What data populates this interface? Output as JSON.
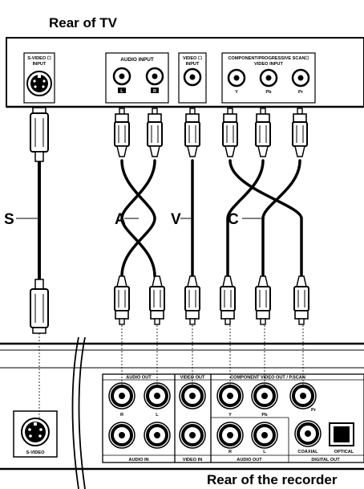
{
  "titles": {
    "tv": "Rear of TV",
    "recorder": "Rear of the recorder"
  },
  "cable_letters": {
    "s": "S",
    "a": "A",
    "v": "V",
    "c": "C"
  },
  "tv_panel": {
    "svideo_input": "S-VIDEO ☐ INPUT",
    "svideo_line1": "S-VIDEO ☐",
    "svideo_line2": "INPUT",
    "audio_input": "AUDIO INPUT",
    "audio_l": "L",
    "audio_r": "R",
    "video_input_line1": "VIDEO ☐",
    "video_input_line2": "INPUT",
    "component_line1": "COMPONENT/PROGRESSIVE SCAN☐",
    "component_line2": "VIDEO INPUT",
    "comp_y": "Y",
    "comp_pb": "Pb",
    "comp_pr": "Pr"
  },
  "recorder_panel": {
    "audio_out": "AUDIO OUT",
    "video_out": "VIDEO OUT",
    "component_out": "COMPONENT VIDEO OUT / P.SCAN",
    "r": "R",
    "l": "L",
    "y": "Y",
    "pb": "Pb",
    "pr": "Pr",
    "audio_in": "AUDIO IN",
    "video_in": "VIDEO IN",
    "audio_out_bottom": "AUDIO OUT",
    "r2": "R",
    "l2": "L",
    "svideo": "S-VIDEO",
    "coaxial": "COAXIAL",
    "optical": "OPTICAL",
    "digital_out": "DIGITAL OUT"
  }
}
